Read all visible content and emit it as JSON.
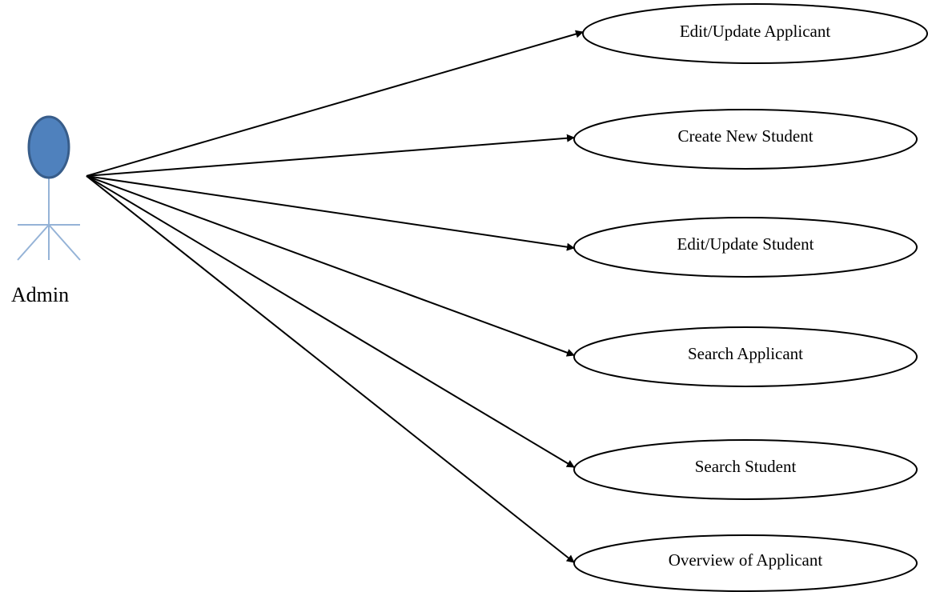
{
  "actor": {
    "label": "Admin",
    "head_fill": "#4f81bd",
    "head_stroke": "#385d8a",
    "body_color": "#95b3d7"
  },
  "use_cases": [
    {
      "label": "Edit/Update Applicant"
    },
    {
      "label": "Create New Student"
    },
    {
      "label": "Edit/Update Student"
    },
    {
      "label": "Search Applicant"
    },
    {
      "label": "Search Student"
    },
    {
      "label": "Overview of Applicant"
    }
  ],
  "colors": {
    "line": "#000000",
    "background": "#ffffff"
  }
}
